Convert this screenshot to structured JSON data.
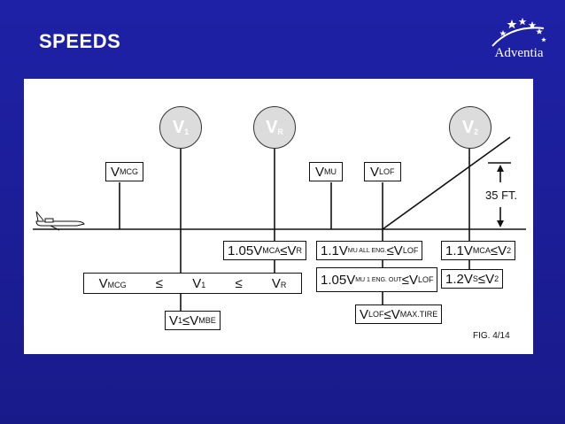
{
  "slide": {
    "title": "SPEEDS",
    "logo_text": "Adventia"
  },
  "figure": {
    "caption": "FIG. 4/14",
    "height_label": "35 FT.",
    "circles": [
      {
        "main": "V",
        "sub": "1"
      },
      {
        "main": "V",
        "sub": "R"
      },
      {
        "main": "V",
        "sub": "2"
      }
    ],
    "top_boxes": {
      "vmcg": {
        "main": "V",
        "sub": "MCG"
      },
      "vmu": {
        "main": "V",
        "sub": "MU"
      },
      "vlof": {
        "main": "V",
        "sub": "LOF"
      }
    },
    "rule_vr": {
      "a": "1.05V",
      "a_sub": "MCA",
      "op": "≤",
      "b": "V",
      "b_sub": "R"
    },
    "rule_vlof_all": {
      "a": "1.1V",
      "a_sub": "MU ALL ENG.",
      "op": "≤",
      "b": "V",
      "b_sub": "LOF"
    },
    "rule_vlof_one": {
      "a": "1.05V",
      "a_sub": "MU 1 ENG. OUT",
      "op": "≤",
      "b": "V",
      "b_sub": "LOF"
    },
    "rule_v2_mca": {
      "a": "1.1V",
      "a_sub": "MCA",
      "op": "≤",
      "b": "V",
      "b_sub": "2"
    },
    "rule_v2_stall": {
      "a": "1.2V",
      "a_sub": "S",
      "op": "≤",
      "b": "V",
      "b_sub": "2"
    },
    "rule_order": {
      "a": "V",
      "a_sub": "MCG",
      "op1": "≤",
      "b": "V",
      "b_sub": "1",
      "op2": "≤",
      "c": "V",
      "c_sub": "R"
    },
    "rule_v1_mbe": {
      "a": "V",
      "a_sub": "1",
      "op": "≤",
      "b": "V",
      "b_sub": "MBE"
    },
    "rule_vlof_tire": {
      "a": "V",
      "a_sub": "LOF",
      "op": "≤",
      "b": "V",
      "b_sub": "MAX.TIRE"
    }
  }
}
